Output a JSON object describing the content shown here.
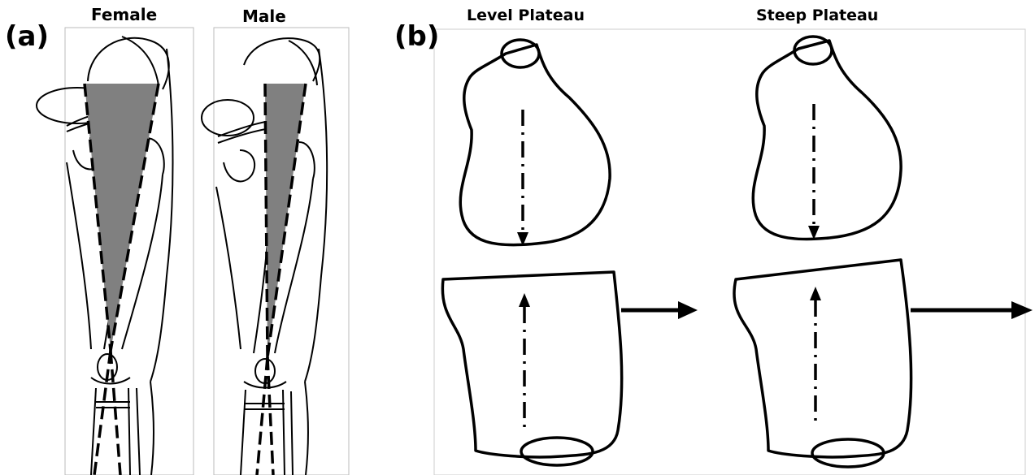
{
  "panel_a": {
    "label": "(a)",
    "female_caption": "Female",
    "male_caption": "Male"
  },
  "panel_b": {
    "label": "(b)",
    "level_caption": "Level Plateau",
    "steep_caption": "Steep Plateau"
  },
  "colors": {
    "line": "#000000",
    "triangle_fill": "#808080",
    "background": "#ffffff",
    "frame": "#cccccc"
  }
}
